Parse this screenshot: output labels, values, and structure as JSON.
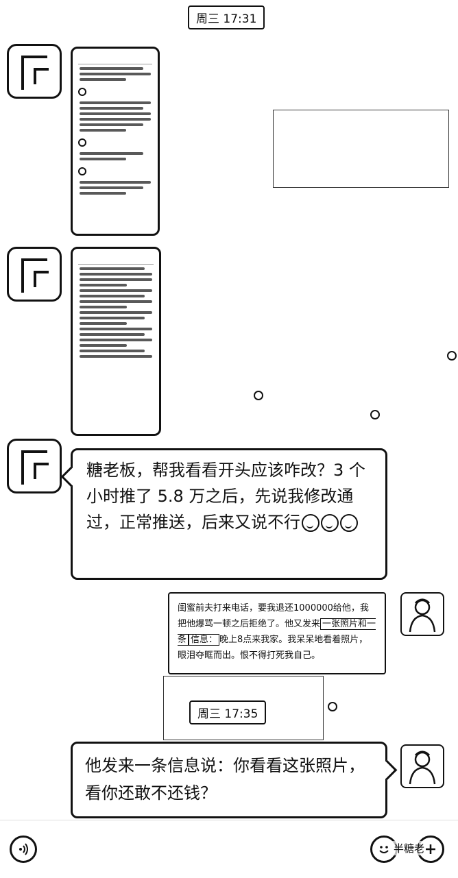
{
  "timestamps": {
    "first": "周三 17:31",
    "second": "周三 17:35"
  },
  "messages": {
    "left_text": "糖老板，帮我看看开头应该咋改？3 个小时推了 5.8 万之后，先说我修改通过，正常推送，后来又说不行",
    "left_emoji_icons": [
      "sad-face-icon",
      "sad-face-icon",
      "sad-face-icon"
    ],
    "quote": {
      "part1": "闺蜜前夫打来电话，要我退还1000000给他，我把他爆骂一顿之后拒绝了。他又发来",
      "highlight1": "一张照片和一条",
      "highlight2": "信息：",
      "part2": "晚上8点来我家。我呆呆地看着照片，眼泪夺眶而出。恨不得打死我自己。"
    },
    "right_text": "他发来一条信息说：你看看这张照片，看你还敢不还钱？"
  },
  "bottom_bar": {
    "voice_icon": "voice-wave-icon",
    "emoji_icon": "smiley-icon",
    "plus_icon": "plus-icon",
    "watermark": "半糖老"
  }
}
